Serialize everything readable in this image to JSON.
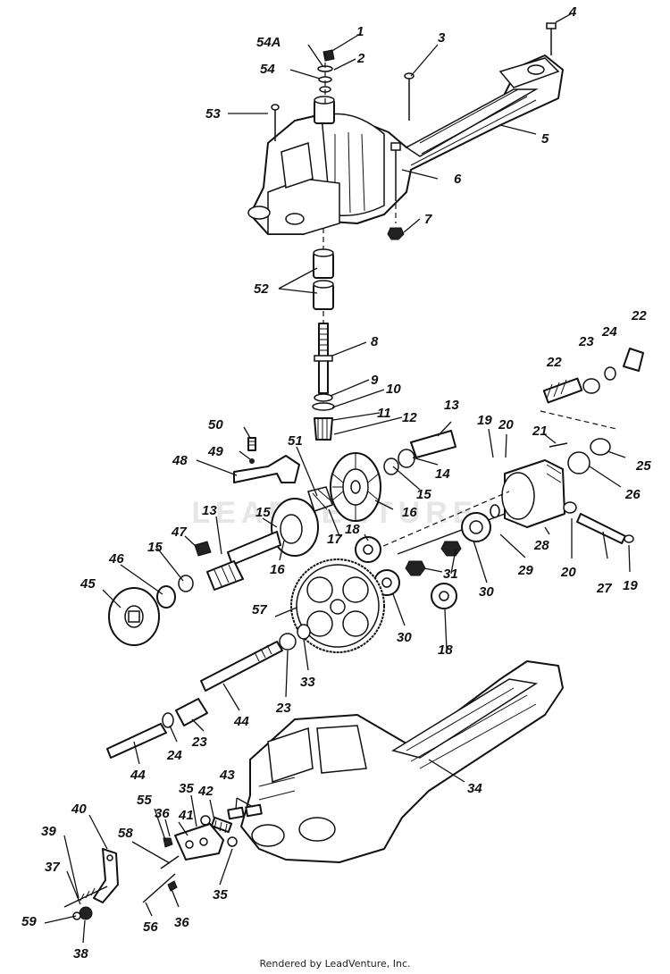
{
  "footer": "Rendered by LeadVenture, Inc.",
  "watermark": "LEADVENTURE",
  "callouts": [
    {
      "id": "c-1",
      "text": "1"
    },
    {
      "id": "c-2",
      "text": "2"
    },
    {
      "id": "c-3",
      "text": "3"
    },
    {
      "id": "c-4",
      "text": "4"
    },
    {
      "id": "c-5",
      "text": "5"
    },
    {
      "id": "c-6",
      "text": "6"
    },
    {
      "id": "c-7",
      "text": "7"
    },
    {
      "id": "c-8",
      "text": "8"
    },
    {
      "id": "c-9",
      "text": "9"
    },
    {
      "id": "c-10",
      "text": "10"
    },
    {
      "id": "c-11",
      "text": "11"
    },
    {
      "id": "c-12",
      "text": "12"
    },
    {
      "id": "c-13a",
      "text": "13"
    },
    {
      "id": "c-13b",
      "text": "13"
    },
    {
      "id": "c-14",
      "text": "14"
    },
    {
      "id": "c-15a",
      "text": "15"
    },
    {
      "id": "c-15b",
      "text": "15"
    },
    {
      "id": "c-15c",
      "text": "15"
    },
    {
      "id": "c-16a",
      "text": "16"
    },
    {
      "id": "c-16b",
      "text": "16"
    },
    {
      "id": "c-17",
      "text": "17"
    },
    {
      "id": "c-18a",
      "text": "18"
    },
    {
      "id": "c-18b",
      "text": "18"
    },
    {
      "id": "c-19a",
      "text": "19"
    },
    {
      "id": "c-19b",
      "text": "19"
    },
    {
      "id": "c-20a",
      "text": "20"
    },
    {
      "id": "c-20b",
      "text": "20"
    },
    {
      "id": "c-21",
      "text": "21"
    },
    {
      "id": "c-22a",
      "text": "22"
    },
    {
      "id": "c-22b",
      "text": "22"
    },
    {
      "id": "c-23a",
      "text": "23"
    },
    {
      "id": "c-23b",
      "text": "23"
    },
    {
      "id": "c-23c",
      "text": "23"
    },
    {
      "id": "c-24a",
      "text": "24"
    },
    {
      "id": "c-24b",
      "text": "24"
    },
    {
      "id": "c-25",
      "text": "25"
    },
    {
      "id": "c-26",
      "text": "26"
    },
    {
      "id": "c-27",
      "text": "27"
    },
    {
      "id": "c-28",
      "text": "28"
    },
    {
      "id": "c-29",
      "text": "29"
    },
    {
      "id": "c-30a",
      "text": "30"
    },
    {
      "id": "c-30b",
      "text": "30"
    },
    {
      "id": "c-31",
      "text": "31"
    },
    {
      "id": "c-33",
      "text": "33"
    },
    {
      "id": "c-34",
      "text": "34"
    },
    {
      "id": "c-35a",
      "text": "35"
    },
    {
      "id": "c-35b",
      "text": "35"
    },
    {
      "id": "c-36a",
      "text": "36"
    },
    {
      "id": "c-36b",
      "text": "36"
    },
    {
      "id": "c-37",
      "text": "37"
    },
    {
      "id": "c-38",
      "text": "38"
    },
    {
      "id": "c-39",
      "text": "39"
    },
    {
      "id": "c-40",
      "text": "40"
    },
    {
      "id": "c-41",
      "text": "41"
    },
    {
      "id": "c-42",
      "text": "42"
    },
    {
      "id": "c-43",
      "text": "43"
    },
    {
      "id": "c-44a",
      "text": "44"
    },
    {
      "id": "c-44b",
      "text": "44"
    },
    {
      "id": "c-45",
      "text": "45"
    },
    {
      "id": "c-46",
      "text": "46"
    },
    {
      "id": "c-47",
      "text": "47"
    },
    {
      "id": "c-48",
      "text": "48"
    },
    {
      "id": "c-49",
      "text": "49"
    },
    {
      "id": "c-50",
      "text": "50"
    },
    {
      "id": "c-51",
      "text": "51"
    },
    {
      "id": "c-52",
      "text": "52"
    },
    {
      "id": "c-53",
      "text": "53"
    },
    {
      "id": "c-54",
      "text": "54"
    },
    {
      "id": "c-54A",
      "text": "54A"
    },
    {
      "id": "c-55",
      "text": "55"
    },
    {
      "id": "c-56",
      "text": "56"
    },
    {
      "id": "c-57",
      "text": "57"
    },
    {
      "id": "c-58",
      "text": "58"
    },
    {
      "id": "c-59",
      "text": "59"
    }
  ]
}
